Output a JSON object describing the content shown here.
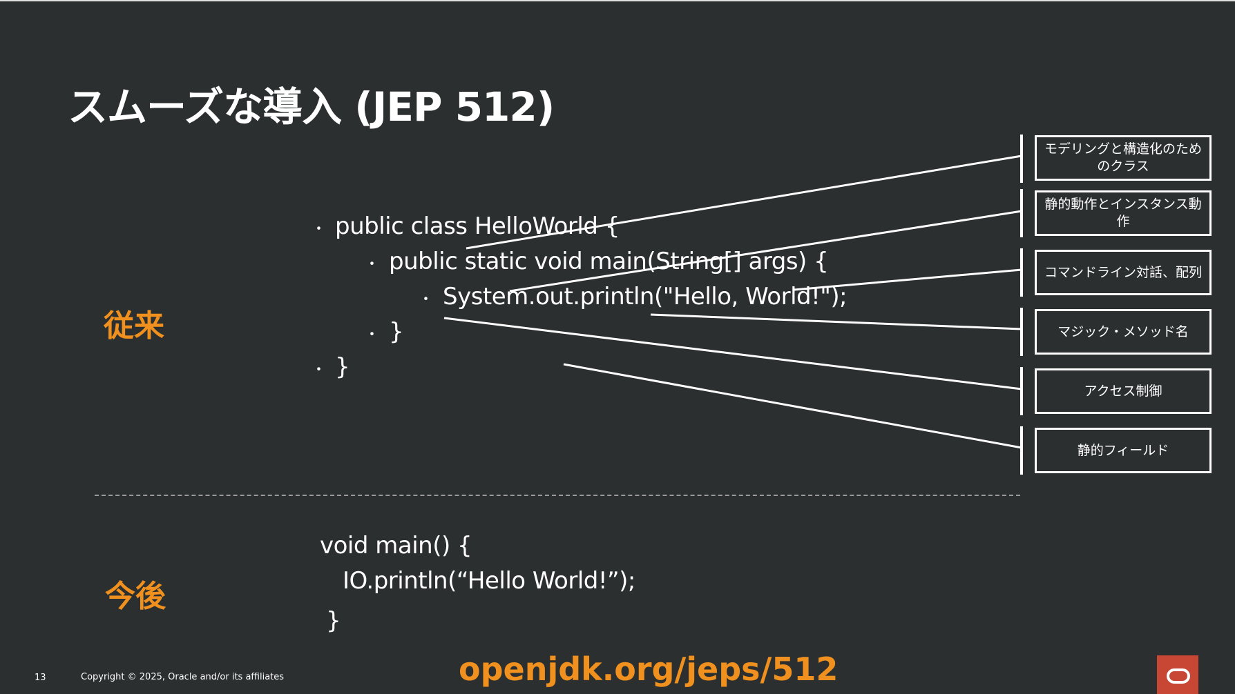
{
  "title": "スムーズな導入 (JEP 512)",
  "sections": {
    "before_label": "従来",
    "after_label": "今後"
  },
  "code_before": {
    "lines": [
      "public class HelloWorld {",
      "public static void main(String[] args) {",
      "System.out.println(\"Hello, World!\");",
      "}",
      "}"
    ],
    "bullet": "･"
  },
  "code_after": {
    "lines": [
      "void main() {",
      "IO.println(“Hello World!”);",
      "}"
    ]
  },
  "concept_labels": [
    "モデリングと構造化のためのクラス",
    "静的動作とインスタンス動作",
    "コマンドライン対話、配列",
    "マジック・メソッド名",
    "アクセス制御",
    "静的フィールド"
  ],
  "footer": {
    "page_number": "13",
    "copyright": "Copyright © 2025, Oracle and/or its affiliates",
    "url": "openjdk.org/jeps/512"
  },
  "colors": {
    "background": "#2b2f30",
    "accent": "#f0901e",
    "logo": "#c74634",
    "text": "#ffffff"
  },
  "icons": {
    "logo": "oracle-logo-icon"
  }
}
